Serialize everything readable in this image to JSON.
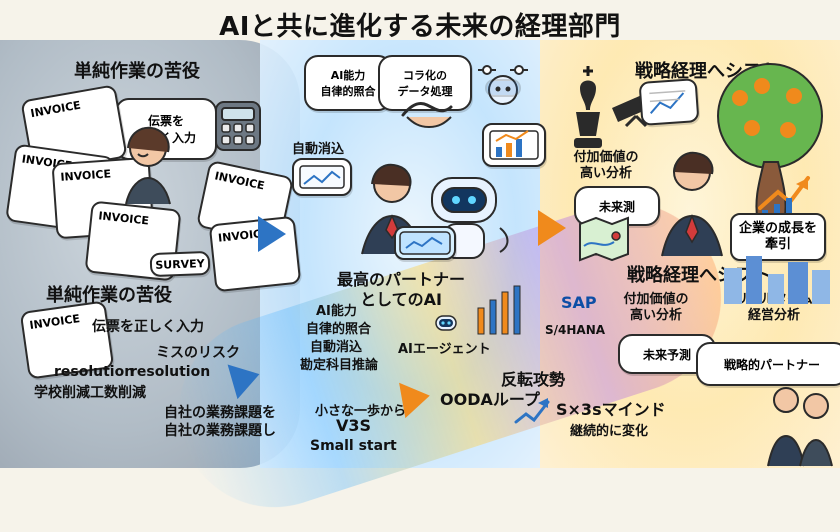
{
  "title": "AIと共に進化する未来の経理部門",
  "left": {
    "header": "単純作業の苦役",
    "bubble": "伝票を\n正しく入力",
    "bottom": {
      "title": "単純作業の苦役",
      "items": [
        "伝票を正しく入力",
        "ミスのリスク"
      ],
      "resolution_1": "resolution",
      "resolution_2": "resolution",
      "work_reduction": "学校削減工数削減"
    },
    "icons": {
      "invoice_1": "INVOICE",
      "invoice_2": "INVOICE",
      "invoice_3": "INVOICE",
      "invoice_4": "INVOICE",
      "invoice_5": "INVOICE",
      "invoice_6": "INVOICE",
      "invoice_7": "INVOICE",
      "survey": "SURVEY"
    }
  },
  "center": {
    "ai_bubble": "AI能力\n自律的照合",
    "collab_bubble": "コラ化の\nデータ処理",
    "auto_erase": "自動消込",
    "partner": "最高のパートナー\nとしてのAI",
    "capabilities": [
      "AI能力",
      "自律的照合",
      "自動消込",
      "勘定科目推論"
    ],
    "agent": "AIエージェント",
    "sap": "SAP",
    "sap_suffix": "S/4HANA",
    "counter_attack": "反転攻勢",
    "ooda": "OODAループ",
    "small_start_1": "小さな一歩から",
    "small_start_2": "V3S",
    "small_start_3": "Small start",
    "business_issues": "自社の業務課題を\n自社の業務課題し"
  },
  "right": {
    "header": "戦略経理へシフト",
    "value_add": "付加価値の\n高い分析",
    "future_forecast": "未来測",
    "growth": "企業の成長を\n牽引",
    "shift_bottom": "戦略経理へシフト",
    "value_add_2": "付加価値の\n高い分析",
    "future_2": "未来予測",
    "realtime": "リアルタイム\n経営分析",
    "partner": "戦略的パートナー",
    "mindset": "S×3sマインド",
    "continuous": "継続的に変化"
  },
  "colors": {
    "accent_orange": "#f08a1c",
    "accent_blue": "#2d74c4"
  }
}
